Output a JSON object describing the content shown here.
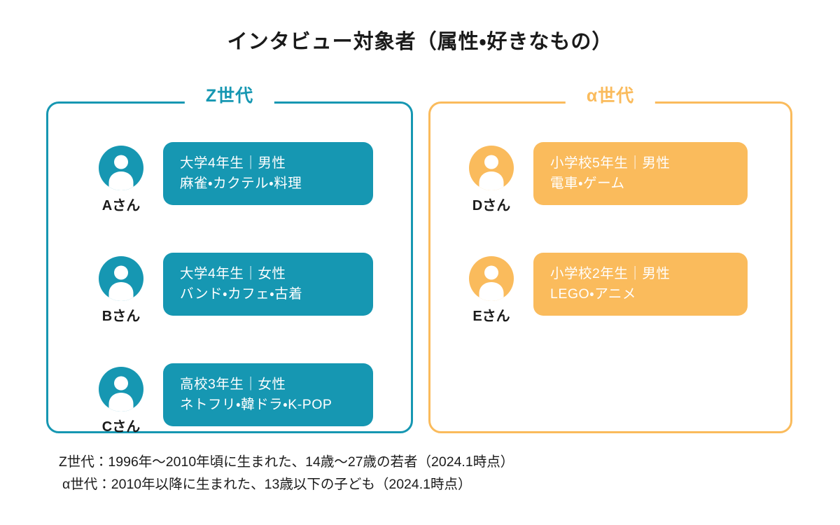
{
  "title": "インタビュー対象者（属性・好きなもの）",
  "colors": {
    "gen_z_teal": "#1697B2",
    "gen_alpha_orange": "#FABB5C",
    "text_black": "#1A1A1A",
    "card_text_white": "#FFFFFF",
    "background": "#FFFFFF"
  },
  "groups": [
    {
      "label": "Z世代",
      "color": "#1697B2",
      "members": [
        {
          "name": "Aさん",
          "attribute": "大学4年生｜男性",
          "likes": "麻雀・カクテル・料理"
        },
        {
          "name": "Bさん",
          "attribute": "大学4年生｜女性",
          "likes": "バンド・カフェ・古着"
        },
        {
          "name": "Cさん",
          "attribute": "高校3年生｜女性",
          "likes": "ネトフリ・韓ドラ・K-POP"
        }
      ]
    },
    {
      "label": "α世代",
      "color": "#FABB5C",
      "members": [
        {
          "name": "Dさん",
          "attribute": "小学校5年生｜男性",
          "likes": "電車・ゲーム"
        },
        {
          "name": "Eさん",
          "attribute": "小学校2年生｜男性",
          "likes": "LEGO・アニメ"
        }
      ]
    }
  ],
  "footnotes": [
    "Z世代：1996年〜2010年頃に生まれた、14歳〜27歳の若者（2024.1時点）",
    "α世代：2010年以降に生まれた、13歳以下の子ども（2024.1時点）"
  ]
}
